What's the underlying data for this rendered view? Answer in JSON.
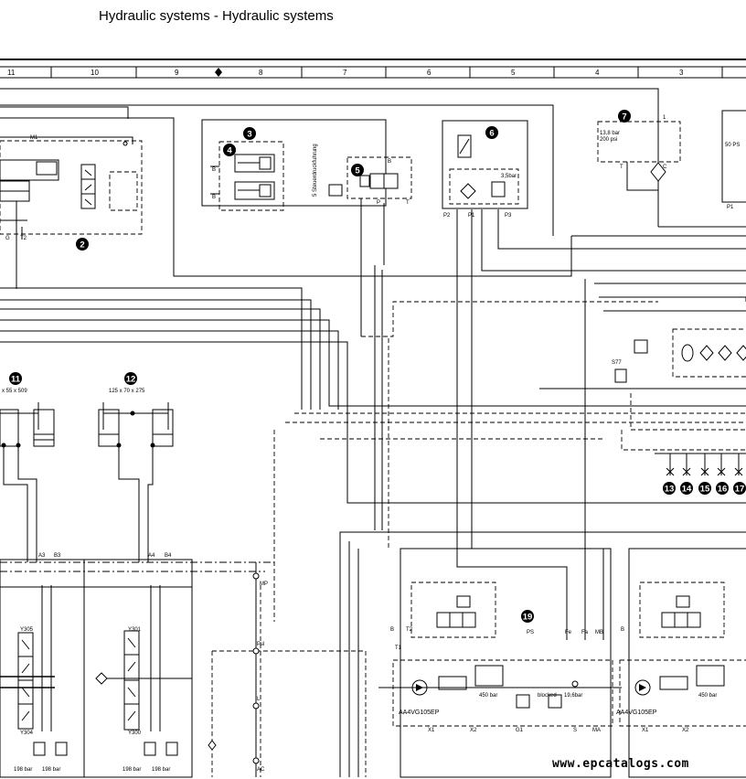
{
  "header": {
    "title": "Hydraulic systems - Hydraulic systems"
  },
  "grid_ruler": [
    "11",
    "10",
    "9",
    "8",
    "7",
    "6",
    "5",
    "4",
    "3"
  ],
  "callouts": {
    "c2": "2",
    "c3": "3",
    "c4": "4",
    "c5": "5",
    "c6": "6",
    "c7": "7",
    "c11": "11",
    "c12": "12",
    "c13": "13",
    "c14": "14",
    "c15": "15",
    "c16": "16",
    "c17": "17",
    "c19": "19"
  },
  "labels": {
    "m1": "M1",
    "g": "G",
    "t2a": "T2",
    "ba": "B",
    "bb": "B",
    "as": "A",
    "bs": "B",
    "p5": "P",
    "t5": "T",
    "v5": "5 Steuerdruckfuhrung",
    "sw6": "3,5bar",
    "p2": "P2",
    "p1a": "P1",
    "p3": "P3",
    "pr7": "13,8 bar",
    "ps7": "200 psi",
    "t7": "T",
    "c7": "C",
    "l7": "1",
    "r50": "50 PS",
    "p1b": "P1",
    "s11": "x 55 x 509",
    "s12": "125 x 70 x 275",
    "a3": "A3",
    "b3": "B3",
    "a4": "A4",
    "b4": "B4",
    "y305": "Y305",
    "y304": "Y304",
    "y301": "Y301",
    "y300": "Y300",
    "b198a": "198 bar",
    "b198b": "198 bar",
    "b198c": "198 bar",
    "b198d": "198 bar",
    "mp": "MP",
    "psl": "Psl",
    "l": "L",
    "ac": "AC",
    "s7": "S77",
    "pump1": "AA4VG105EP",
    "pump2": "AA4VG105EP",
    "ps": "PS",
    "fe": "Fe",
    "fa": "Fa",
    "mb": "MB",
    "t1": "T1",
    "t2b": "T2",
    "p450a": "450 bar",
    "p450b": "450 bar",
    "blocked": "blocked",
    "p19": "19,6bar",
    "x1a": "X1",
    "x2a": "X2",
    "g1": "G1",
    "s": "S",
    "ma": "MA",
    "x1b": "X1",
    "x2b": "X2",
    "bl1": "B",
    "bl2": "B"
  },
  "watermark": "www.epcatalogs.com"
}
